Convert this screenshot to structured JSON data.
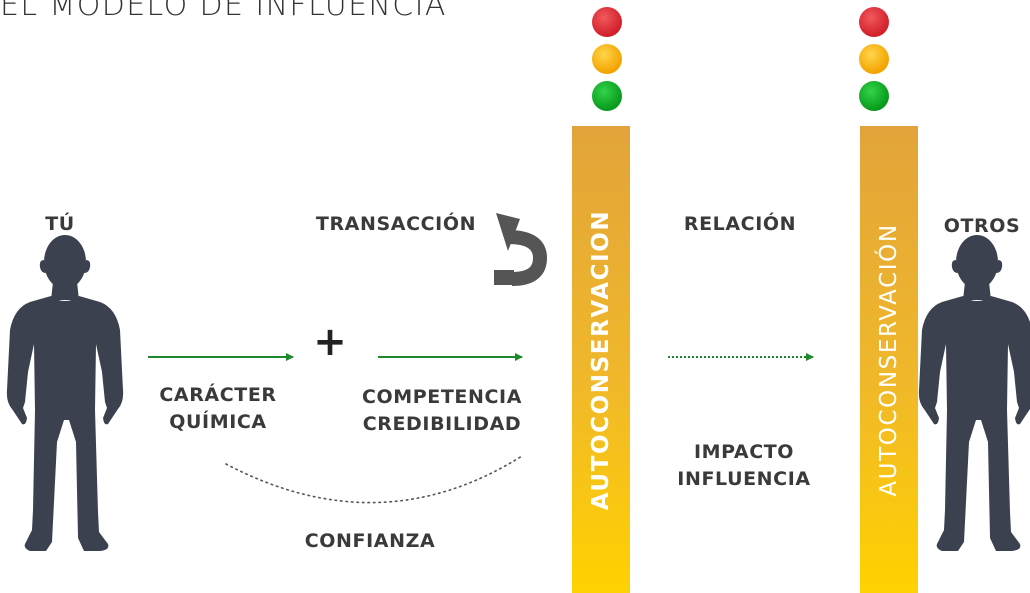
{
  "title": "EL MODELO DE INFLUENCIA",
  "left_person": {
    "label": "TÚ"
  },
  "right_person": {
    "label": "OTROS"
  },
  "transaction": {
    "label": "TRANSACCIÓN"
  },
  "relation": {
    "label": "RELACIÓN"
  },
  "character": {
    "line1": "CARÁCTER",
    "line2": "QUÍMICA"
  },
  "competence": {
    "line1": "COMPETENCIA",
    "line2": "CREDIBILIDAD"
  },
  "plus": "+",
  "trust": {
    "label": "CONFIANZA"
  },
  "impact": {
    "line1": "IMPACTO",
    "line2": "INFLUENCIA"
  },
  "pillars": {
    "left": {
      "text": "AUTOCONSERVACION"
    },
    "right": {
      "text": "AUTOCONSERVACIÓN"
    }
  },
  "colors": {
    "arrow_green": "#1e8a2e",
    "pillar_top": "#e2a43a",
    "pillar_bottom": "#ffd200",
    "person": "#3c4150",
    "light_red": "#d21f2a",
    "light_amber": "#f3a300",
    "light_green": "#079a1c"
  }
}
